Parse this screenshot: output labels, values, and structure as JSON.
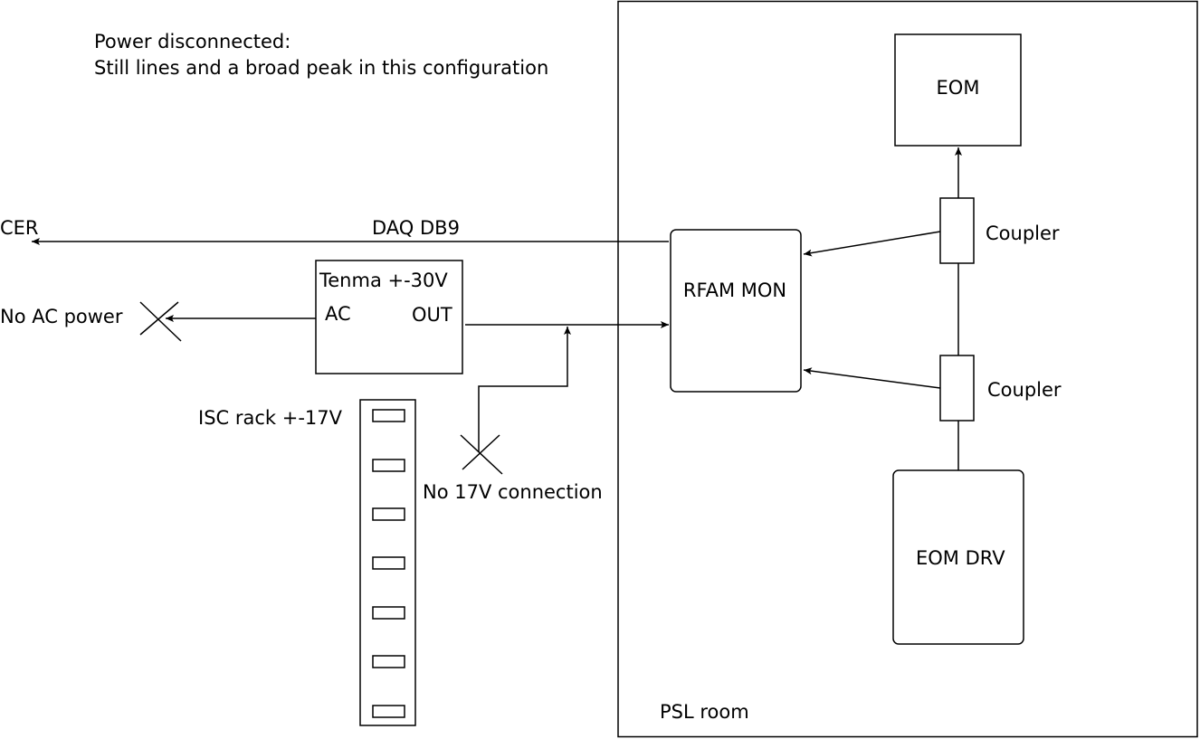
{
  "notes": {
    "line1": "Power disconnected:",
    "line2": "Still lines and a broad peak in this configuration"
  },
  "labels": {
    "cer": "CER",
    "daq": "DAQ DB9",
    "no_ac": "No AC power",
    "isc_rack": "ISC rack +-17V",
    "no_17v": "No 17V connection",
    "psl_room": "PSL room"
  },
  "tenma": {
    "title": "Tenma +-30V",
    "ac": "AC",
    "out": "OUT"
  },
  "blocks": {
    "rfam_mon": "RFAM MON",
    "eom": "EOM",
    "eom_drv": "EOM DRV",
    "coupler_top": "Coupler",
    "coupler_bottom": "Coupler"
  }
}
